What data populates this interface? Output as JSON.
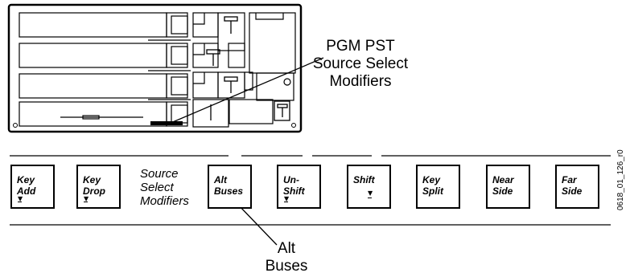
{
  "callouts": {
    "panel": [
      "PGM PST",
      "Source Select",
      "Modifiers"
    ],
    "alt_buses": [
      "Alt",
      "Buses"
    ]
  },
  "row_label": [
    "Source",
    "Select",
    "Modifiers"
  ],
  "buttons": [
    {
      "name": "key-add-button",
      "lines": [
        "Key",
        "Add"
      ],
      "triangle": true
    },
    {
      "name": "key-drop-button",
      "lines": [
        "Key",
        "Drop"
      ],
      "triangle": true
    },
    {
      "name": "alt-buses-button",
      "lines": [
        "Alt",
        "Buses"
      ],
      "triangle": false
    },
    {
      "name": "un-shift-button",
      "lines": [
        "Un-",
        "Shift"
      ],
      "triangle": true
    },
    {
      "name": "shift-button",
      "lines": [
        "Shift",
        ""
      ],
      "triangle": true
    },
    {
      "name": "key-split-button",
      "lines": [
        "Key",
        "Split"
      ],
      "triangle": false
    },
    {
      "name": "near-side-button",
      "lines": [
        "Near",
        "Side"
      ],
      "triangle": false
    },
    {
      "name": "far-side-button",
      "lines": [
        "Far",
        "Side"
      ],
      "triangle": false
    }
  ],
  "figure_id": "0618_01_126_r0",
  "icons": {
    "triangle": "down-triangle-icon"
  }
}
